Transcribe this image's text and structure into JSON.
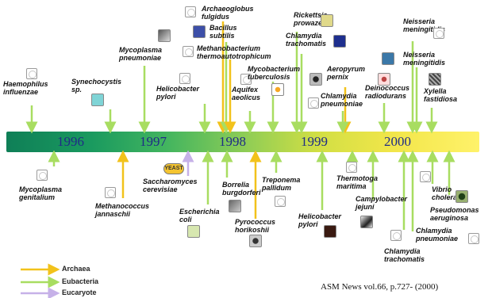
{
  "colors": {
    "archaea": "#f2c21b",
    "eubacteria": "#a8dd61",
    "eucaryote": "#c6b1e8"
  },
  "years": [
    "1996",
    "1997",
    "1998",
    "1999",
    "2000"
  ],
  "organisms": {
    "haemophilus": "Haemophilus\ninfluenzae",
    "mycoplasma_genitalium": "Mycoplasma\ngenitalium",
    "synechocystis": "Synechocystis\nsp.",
    "methanococcus": "Methanococcus\njannaschii",
    "mycoplasma_pneumoniae": "Mycoplasma\npneumoniae",
    "helicobacter_top": "Helicobacter\npylori",
    "saccharomyces": "Saccharomyces\ncerevisiae",
    "archaeoglobus": "Archaeoglobus\nfulgidus",
    "bacillus": "Bacillus\nsubtilis",
    "methanobacterium": "Methanobacterium\nthermoautotrophicum",
    "escherichia": "Escherichia\ncoli",
    "borrelia": "Borrelia\nburgdorferi",
    "aquifex": "Aquifex\naeolicus",
    "mycobacterium": "Mycobacterium\ntuberculosis",
    "pyrococcus": "Pyrococcus\nhorikoshii",
    "treponema": "Treponema\npallidum",
    "rickettsia": "Rickettsia\nprowazekii",
    "chlamydia_trachomatis_top": "Chlamydia\ntrachomatis",
    "chlamydia_pneumoniae_top": "Chlamydia\npneumoniae",
    "aeropyrum": "Aeropyrum\npernix",
    "helicobacter_bottom": "Helicobacter\npylori",
    "thermotoga": "Thermotoga\nmaritima",
    "deinococcus": "Deinococcus\nradiodurans",
    "campylobacter": "Campylobacter\njejuni",
    "neisseria_1": "Neisseria\nmeningitidis",
    "neisseria_2": "Neisseria\nmeningitidis",
    "xylella": "Xylella\nfastidiosa",
    "chlamydia_trachomatis_bottom": "Chlamydia\ntrachomatis",
    "chlamydia_pneumoniae_bottom": "Chlamydia\npneumoniae",
    "vibrio": "Vibrio\ncholerae",
    "pseudomonas": "Pseudomonas\naeruginosa",
    "yeast_badge": "YEAST"
  },
  "legend": {
    "archaea": "Archaea",
    "eubacteria": "Eubacteria",
    "eucaryote": "Eucaryote"
  },
  "source": "ASM News vol.66, p.727- (2000)"
}
